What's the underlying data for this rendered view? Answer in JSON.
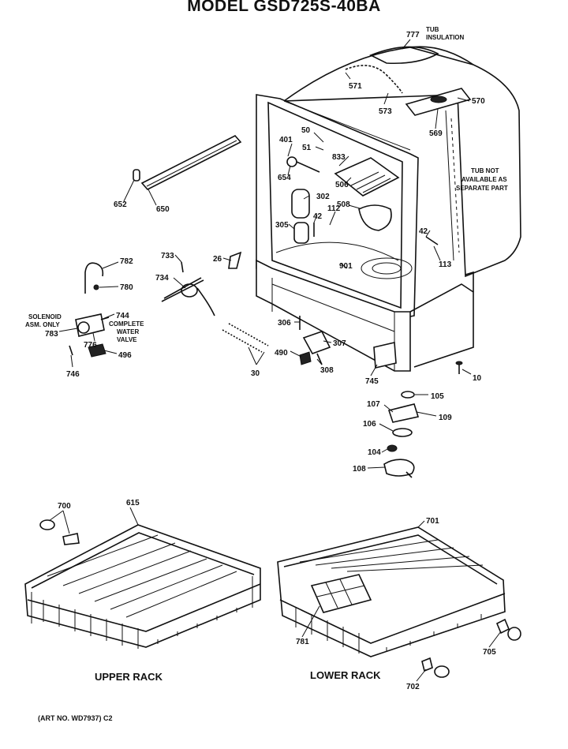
{
  "header": {
    "title": "MODEL GSD725S-40BA"
  },
  "notes": {
    "tub_insulation": [
      "TUB",
      "INSULATION"
    ],
    "tub_not_available": [
      "TUB NOT",
      "AVAILABLE AS",
      "SEPARATE PART"
    ],
    "solenoid": [
      "SOLENOID",
      "ASM. ONLY"
    ],
    "complete_water_valve": [
      "COMPLETE",
      "WATER",
      "VALVE"
    ]
  },
  "captions": {
    "upper_rack": "UPPER RACK",
    "lower_rack": "LOWER RACK"
  },
  "art_number": "(ART NO. WD7937) C2",
  "parts": {
    "p777": "777",
    "p571": "571",
    "p573": "573",
    "p570": "570",
    "p569": "569",
    "p50": "50",
    "p401": "401",
    "p51": "51",
    "p833": "833",
    "p654": "654",
    "p506": "506",
    "p302": "302",
    "p508": "508",
    "p305": "305",
    "p42a": "42",
    "p112": "112",
    "p42b": "42",
    "p113": "113",
    "p901": "901",
    "p652": "652",
    "p650": "650",
    "p782": "782",
    "p780": "780",
    "p733": "733",
    "p26": "26",
    "p734": "734",
    "p744": "744",
    "p783": "783",
    "p776": "776",
    "p496": "496",
    "p746": "746",
    "p306": "306",
    "p307": "307",
    "p490": "490",
    "p308": "308",
    "p30": "30",
    "p745": "745",
    "p10": "10",
    "p105": "105",
    "p107": "107",
    "p109": "109",
    "p106": "106",
    "p104": "104",
    "p108": "108",
    "p700": "700",
    "p615": "615",
    "p701": "701",
    "p781": "781",
    "p705": "705",
    "p702": "702"
  }
}
